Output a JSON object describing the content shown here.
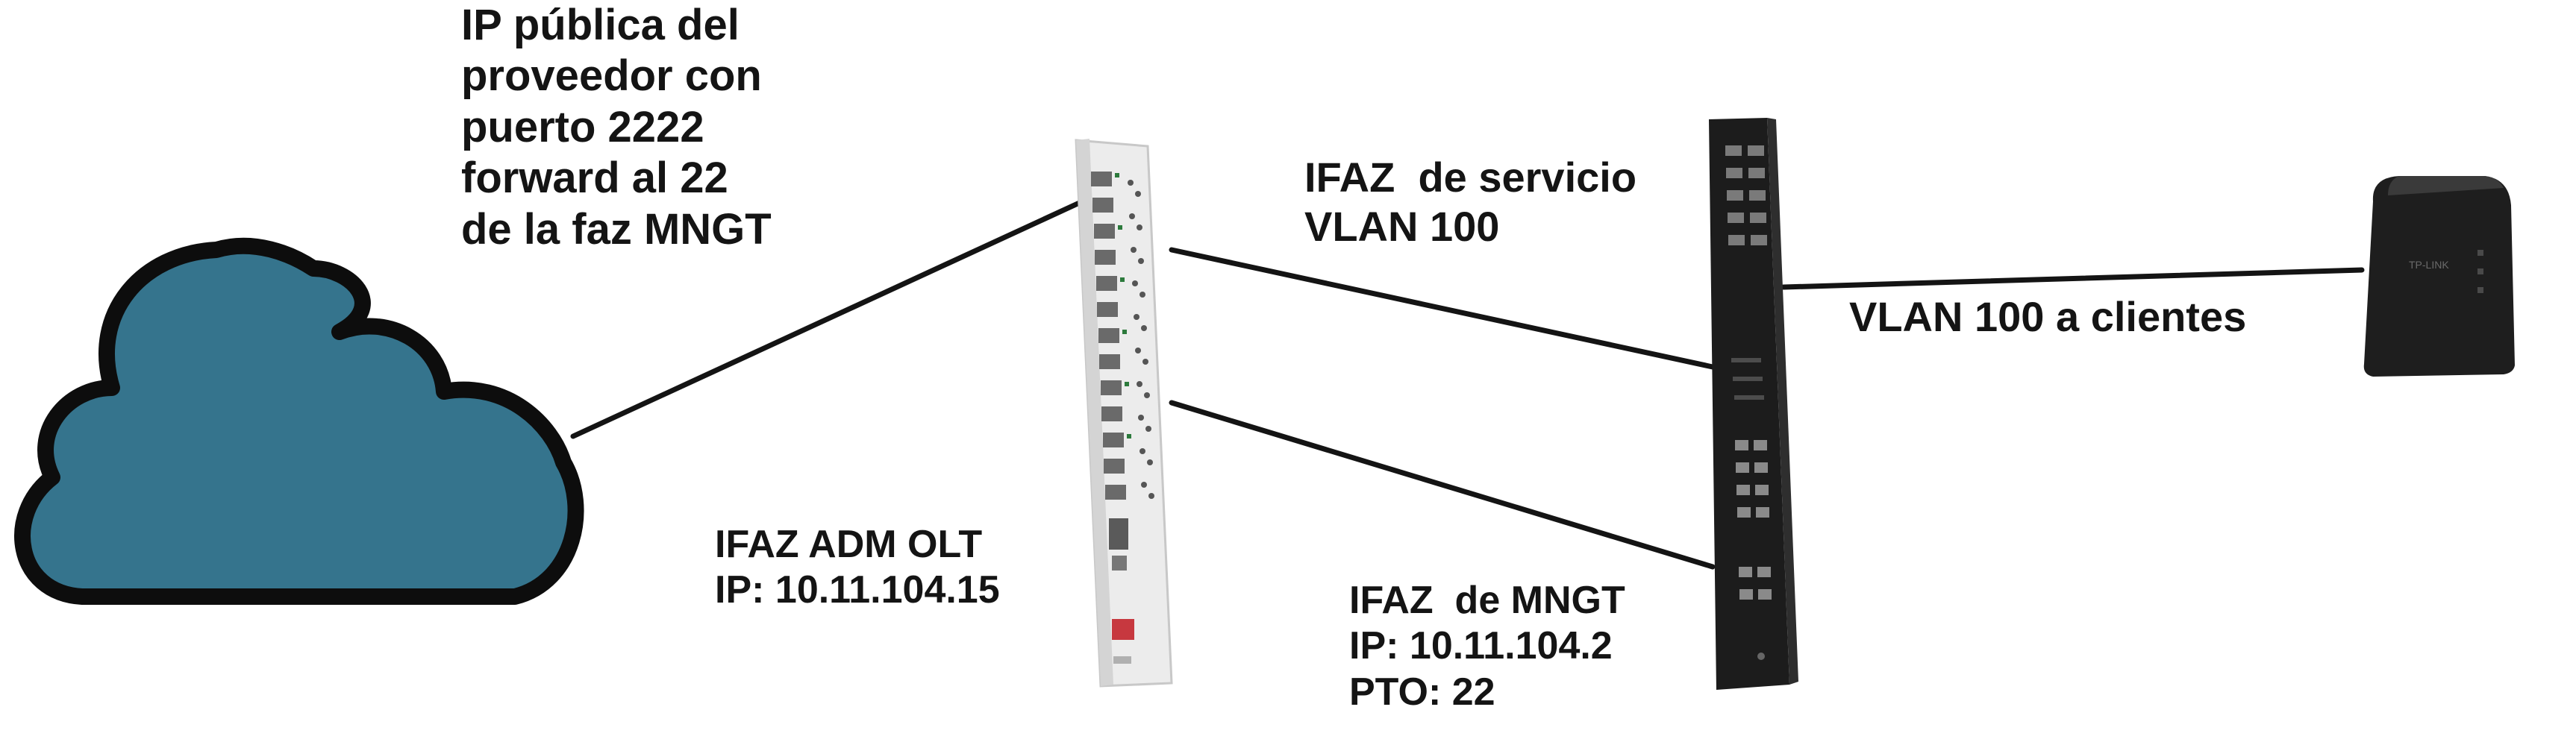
{
  "labels": {
    "cloud_note": [
      "IP pública del",
      "proveedor con",
      "puerto 2222",
      "forward al 22",
      "de la faz MNGT"
    ],
    "adm_olt": [
      "IFAZ ADM OLT",
      "IP: 10.11.104.15"
    ],
    "service": [
      "IFAZ  de servicio",
      "VLAN 100"
    ],
    "mngt": [
      "IFAZ  de MNGT",
      "IP: 10.11.104.2",
      "PTO: 22"
    ],
    "vlan_clients": [
      "VLAN 100 a clientes"
    ]
  },
  "router_brand": "TP-LINK",
  "colors": {
    "cloud_fill": "#35748d",
    "outline": "#0d0d0d",
    "line": "#141414",
    "router_body": "#ececec",
    "switch_body": "#1c1c1c",
    "cpe_body": "#1e1e1e"
  },
  "icons": [
    "cloud-icon",
    "mikrotik-router-icon",
    "olt-switch-icon",
    "cpe-router-icon"
  ]
}
